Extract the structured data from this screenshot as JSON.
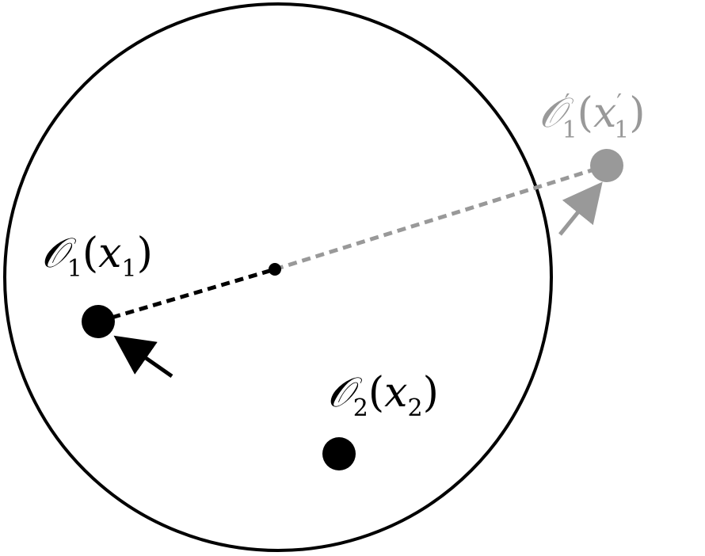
{
  "colors": {
    "primary": "#000000",
    "image": "#999999",
    "background": "#ffffff"
  },
  "labels": {
    "o1": {
      "symbol": "𝒪",
      "sub": "1",
      "open": "(",
      "var": "x",
      "var_sub": "1",
      "close": ")"
    },
    "o2": {
      "symbol": "𝒪",
      "sub": "2",
      "open": "(",
      "var": "x",
      "var_sub": "2",
      "close": ")"
    },
    "o1_image": {
      "symbol": "𝒪",
      "prime": "′",
      "sub": "1",
      "open": "(",
      "var": "x",
      "var_prime": "′",
      "var_sub": "1",
      "close": ")"
    }
  }
}
